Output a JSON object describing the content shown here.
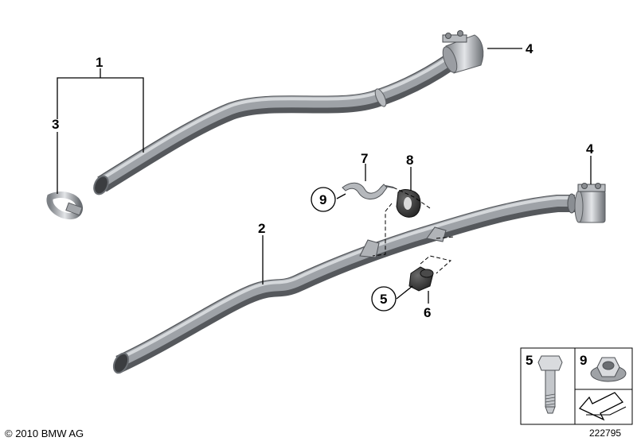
{
  "callouts": {
    "c1": "1",
    "c2": "2",
    "c3": "3",
    "c4a": "4",
    "c4b": "4",
    "c5": "5",
    "c6": "6",
    "c7": "7",
    "c8": "8",
    "c9": "9"
  },
  "legend": {
    "bolt_number": "5",
    "nut_number": "9"
  },
  "footer": {
    "copyright": "© 2010 BMW AG",
    "image_number": "222795"
  },
  "colors": {
    "pipe_dark": "#5a5d61",
    "pipe_light": "#c9ccd0",
    "rubber": "#2a2a2a",
    "line": "#000000"
  }
}
